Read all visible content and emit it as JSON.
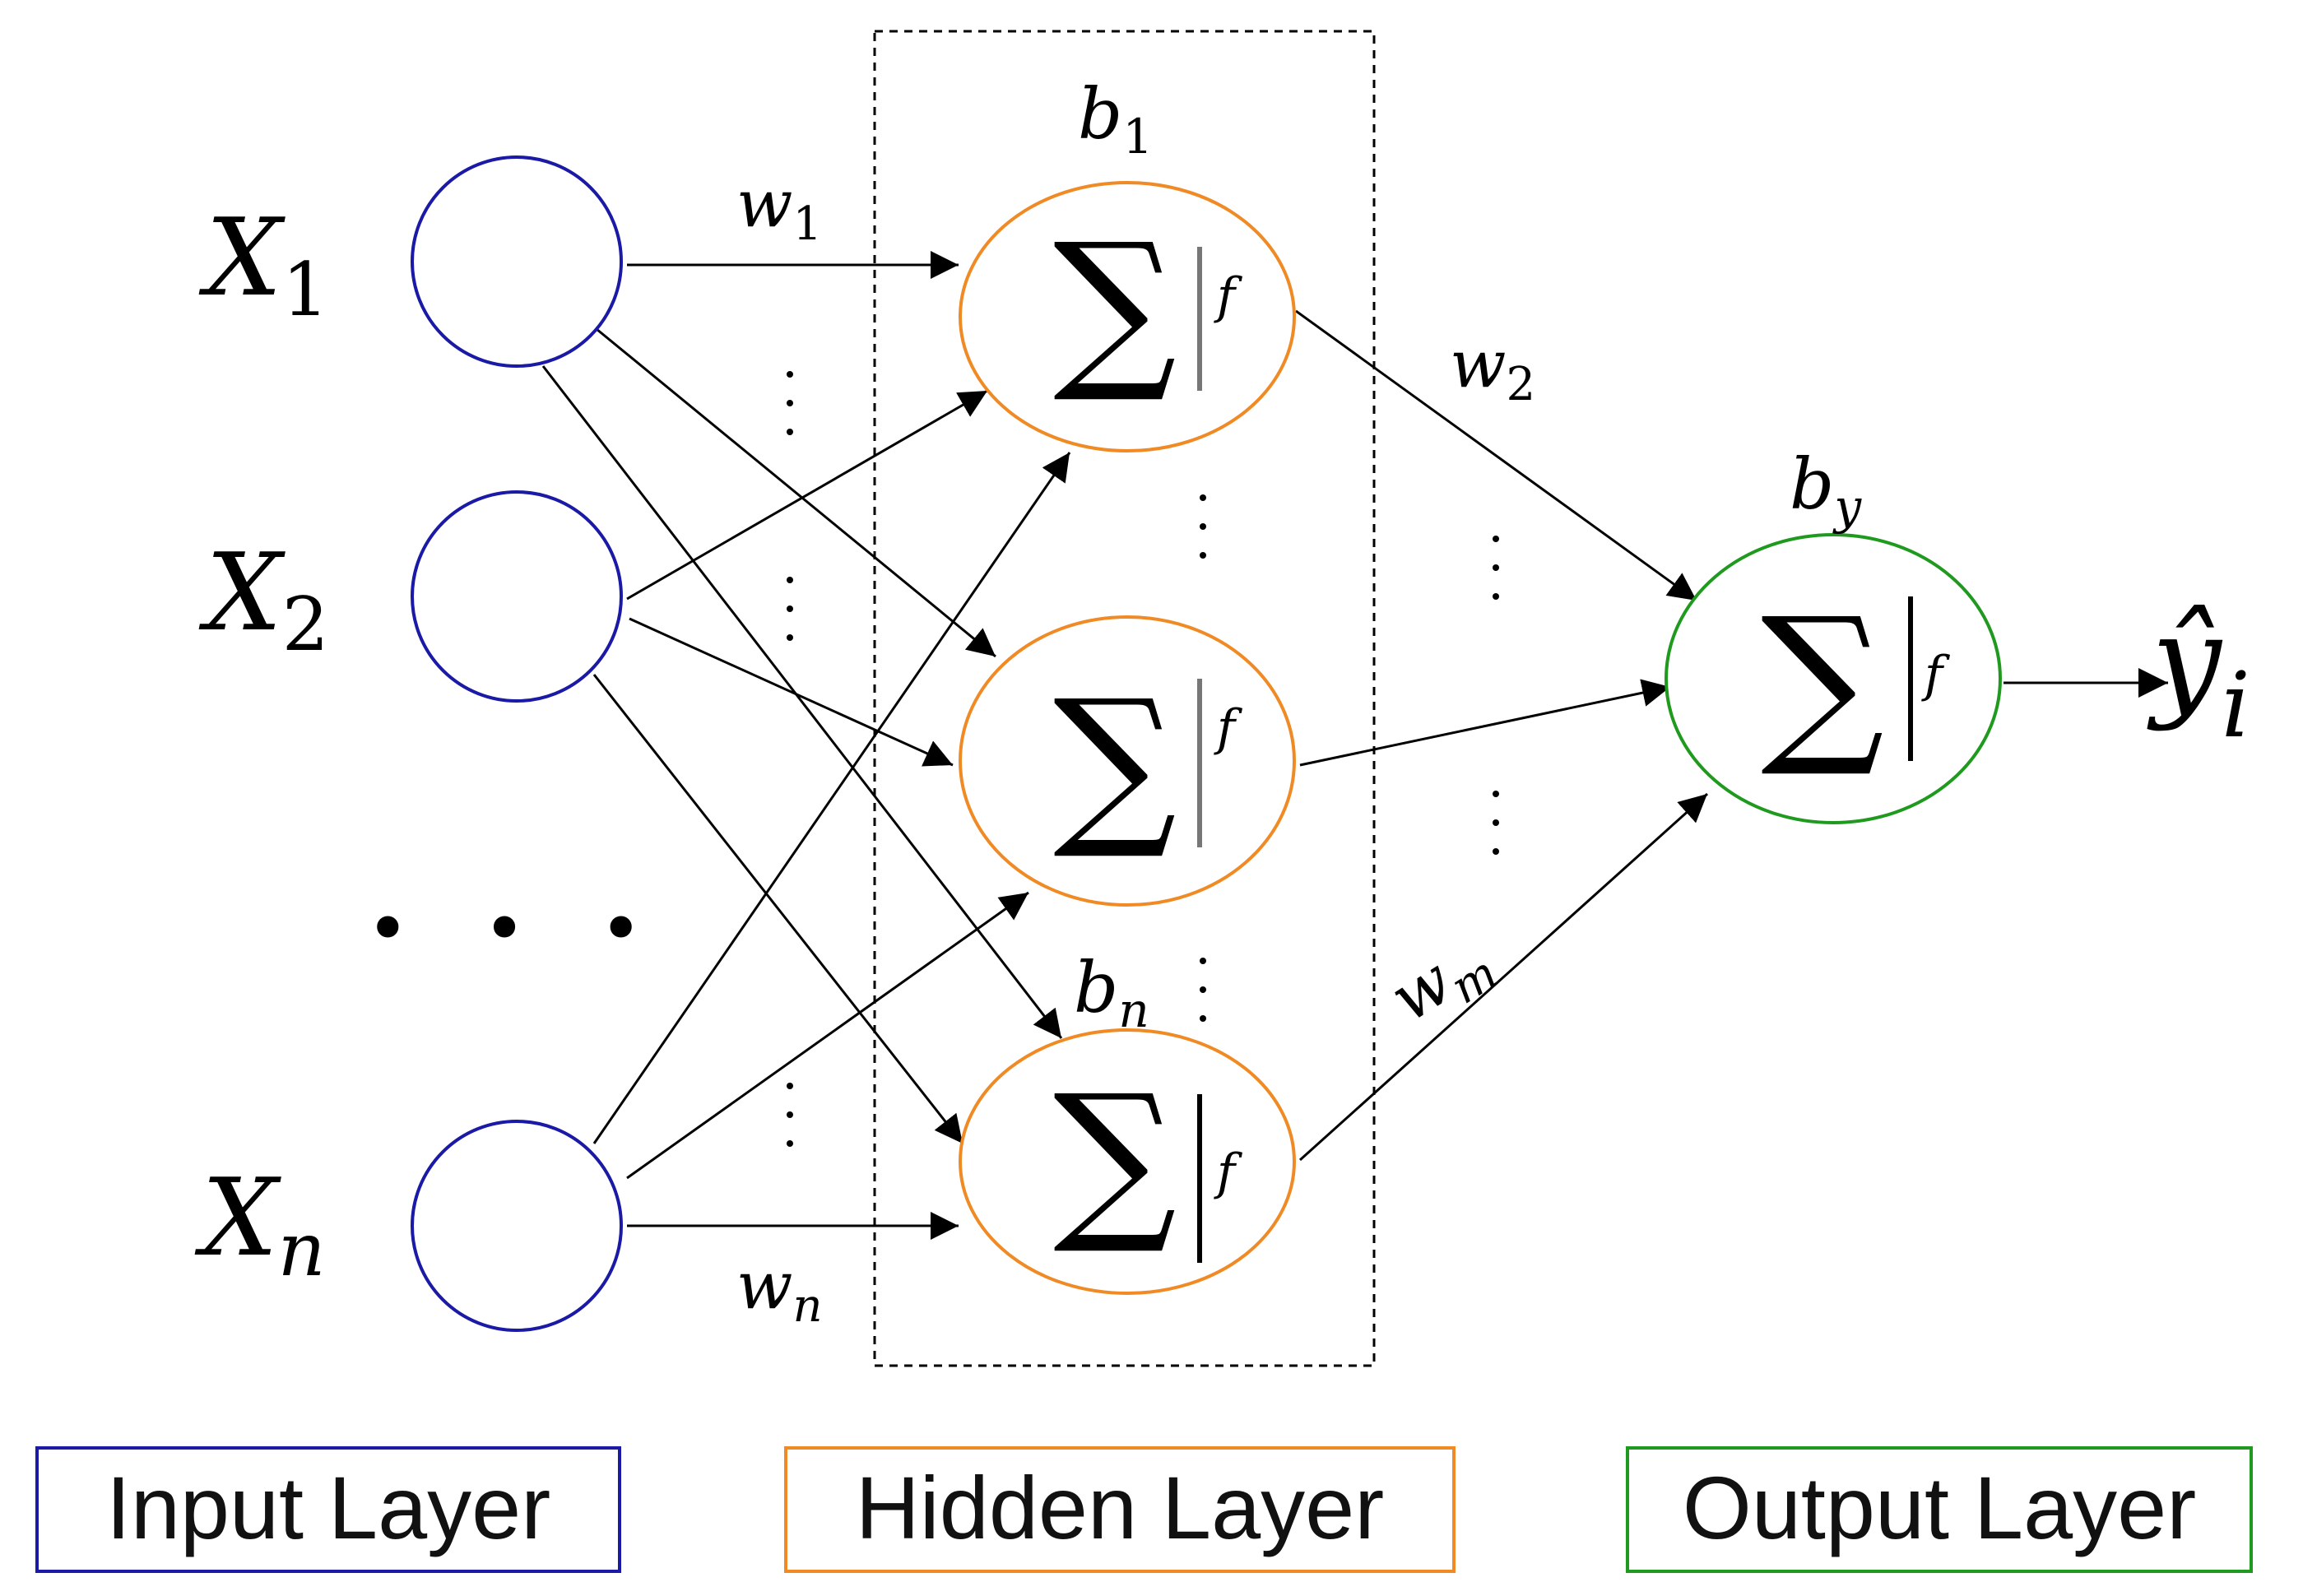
{
  "input_layer": {
    "labels": [
      {
        "base": "X",
        "sub": "1"
      },
      {
        "base": "X",
        "sub": "2"
      },
      {
        "base": "X",
        "sub": "n"
      }
    ],
    "ellipsis": "• • •"
  },
  "hidden_layer": {
    "node_symbol": "∑",
    "activation": "f",
    "bias_top": {
      "base": "b",
      "sub": "1"
    },
    "bias_bottom": {
      "base": "b",
      "sub": "n"
    }
  },
  "output_layer": {
    "node_symbol": "∑",
    "activation": "f",
    "bias": {
      "base": "b",
      "sub": "y"
    },
    "output": {
      "base": "ŷ",
      "sub": "i"
    }
  },
  "weights": {
    "w1": {
      "base": "w",
      "sub": "1"
    },
    "w2": {
      "base": "w",
      "sub": "2"
    },
    "wn": {
      "base": "w",
      "sub": "n"
    },
    "wm": {
      "base": "w",
      "sub": "m"
    }
  },
  "legend": {
    "input": "Input Layer",
    "hidden": "Hidden Layer",
    "output": "Output Layer"
  },
  "colors": {
    "input": "#1a1aa6",
    "hidden": "#f08a24",
    "output": "#1f9a1f",
    "edge": "#000000"
  }
}
